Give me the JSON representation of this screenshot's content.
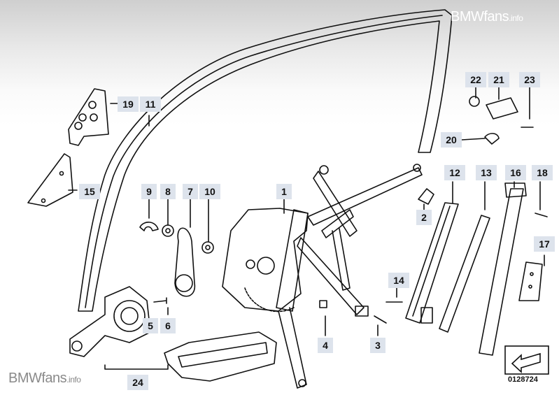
{
  "watermark_top": {
    "main": "BMWfans",
    "suffix": ".info"
  },
  "watermark_bottom": {
    "main": "BMWfans",
    "suffix": ".info"
  },
  "reference_number": "0128724",
  "callouts": {
    "c1": "1",
    "c2": "2",
    "c3": "3",
    "c4": "4",
    "c5": "5",
    "c6": "6",
    "c7": "7",
    "c8": "8",
    "c9": "9",
    "c10": "10",
    "c11": "11",
    "c12": "12",
    "c13": "13",
    "c14": "14",
    "c15": "15",
    "c16": "16",
    "c17": "17",
    "c18": "18",
    "c19": "19",
    "c20": "20",
    "c21": "21",
    "c22": "22",
    "c23": "23",
    "c24": "24"
  },
  "colors": {
    "callout_bg": "#dde3ec",
    "line": "#111111",
    "background_top": "#cfcfcf"
  }
}
